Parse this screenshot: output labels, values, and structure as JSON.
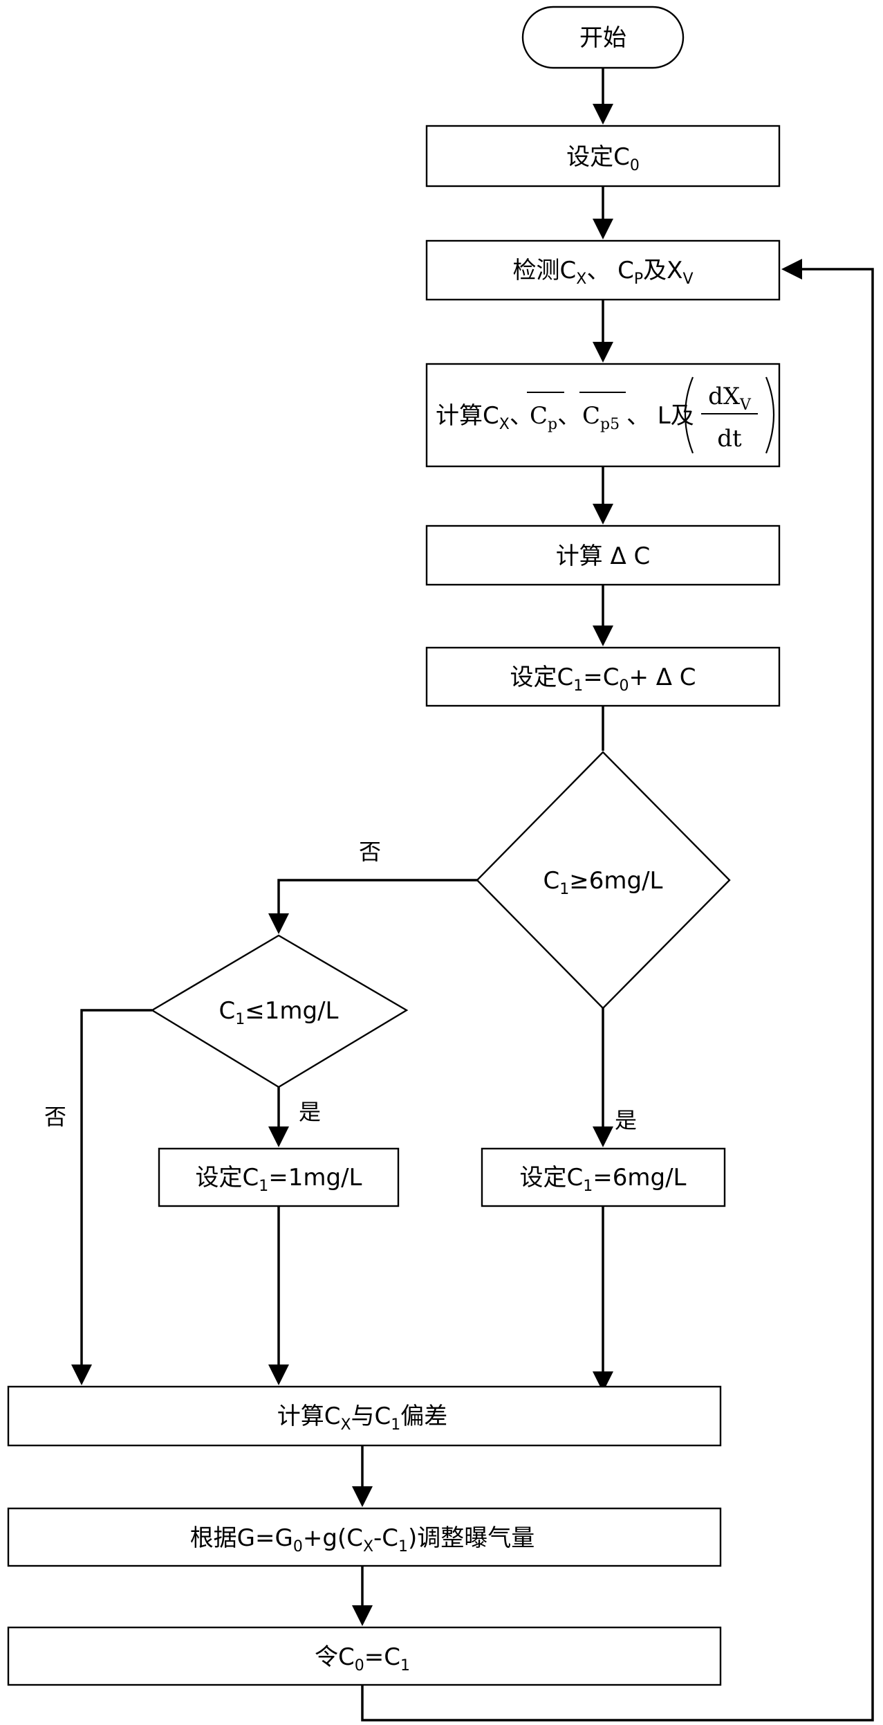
{
  "start": "开始",
  "steps": {
    "set_c0": {
      "text": "设定C",
      "sub": "0"
    },
    "detect": {
      "a": "检测C",
      "a_sub": "X",
      "b": "、 C",
      "b_sub": "P",
      "c": "及X",
      "c_sub": "V"
    },
    "calc_means": {
      "a": "计算C",
      "a_sub": "X",
      "sep": "、",
      "cp": "C",
      "cp_sub": "p",
      "cp5": "C",
      "cp5_sub": "p5",
      "l": "、 L及",
      "frac_num": "dX",
      "frac_num_sub": "V",
      "frac_den": "dt"
    },
    "calc_delta": "计算 Δ C",
    "set_c1": {
      "a": "设定C",
      "a_sub": "1",
      "b": "=C",
      "b_sub": "0",
      "c": "+ Δ C"
    },
    "decision_6": {
      "a": "C",
      "a_sub": "1",
      "b": "≥6mg/L"
    },
    "decision_1": {
      "a": "C",
      "a_sub": "1",
      "b": "≤1mg/L"
    },
    "set_1": {
      "a": "设定C",
      "a_sub": "1",
      "b": "=1mg/L"
    },
    "set_6": {
      "a": "设定C",
      "a_sub": "1",
      "b": "=6mg/L"
    },
    "calc_dev": {
      "a": "计算C",
      "a_sub": "X",
      "b": "与C",
      "b_sub": "1",
      "c": "偏差"
    },
    "adjust": {
      "a": "根据G=G",
      "a_sub": "0",
      "b": "+g(C",
      "b_sub": "X",
      "c": "-C",
      "c_sub": "1",
      "d": ")调整曝气量"
    },
    "update": {
      "a": "令C",
      "a_sub": "0",
      "b": "=C",
      "b_sub": "1"
    }
  },
  "labels": {
    "no": "否",
    "yes": "是"
  }
}
